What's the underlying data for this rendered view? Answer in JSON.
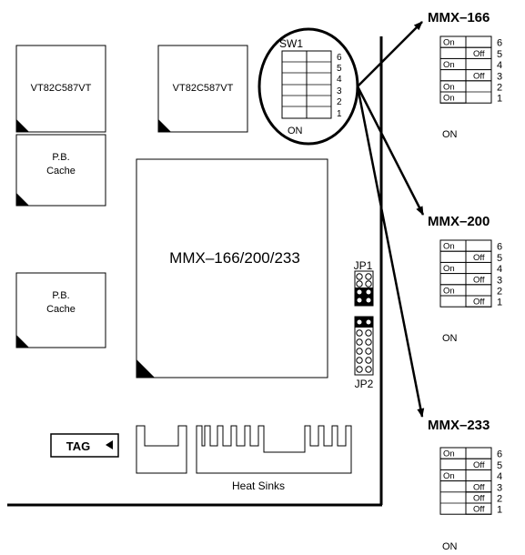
{
  "chips": {
    "north_bridge_1": "VT82C587VT",
    "north_bridge_2": "VT82C587VT",
    "cache_1_line1": "P.B.",
    "cache_1_line2": "Cache",
    "cache_2_line1": "P.B.",
    "cache_2_line2": "Cache",
    "cpu": "MMX–166/200/233"
  },
  "switch": {
    "title": "SW1",
    "on_label": "ON",
    "numbers": [
      "6",
      "5",
      "4",
      "3",
      "2",
      "1"
    ]
  },
  "jumpers": {
    "jp1": "JP1",
    "jp2": "JP2"
  },
  "tag": "TAG",
  "heat_sinks": "Heat Sinks",
  "settings": [
    {
      "title": "MMX–166",
      "rows": [
        {
          "num": "6",
          "state": "On"
        },
        {
          "num": "5",
          "state": "Off"
        },
        {
          "num": "4",
          "state": "On"
        },
        {
          "num": "3",
          "state": "Off"
        },
        {
          "num": "2",
          "state": "On"
        },
        {
          "num": "1",
          "state": "On"
        }
      ],
      "on_label": "ON"
    },
    {
      "title": "MMX–200",
      "rows": [
        {
          "num": "6",
          "state": "On"
        },
        {
          "num": "5",
          "state": "Off"
        },
        {
          "num": "4",
          "state": "On"
        },
        {
          "num": "3",
          "state": "Off"
        },
        {
          "num": "2",
          "state": "On"
        },
        {
          "num": "1",
          "state": "Off"
        }
      ],
      "on_label": "ON"
    },
    {
      "title": "MMX–233",
      "rows": [
        {
          "num": "6",
          "state": "On"
        },
        {
          "num": "5",
          "state": "Off"
        },
        {
          "num": "4",
          "state": "On"
        },
        {
          "num": "3",
          "state": "Off"
        },
        {
          "num": "2",
          "state": "Off"
        },
        {
          "num": "1",
          "state": "Off"
        }
      ],
      "on_label": "ON"
    }
  ]
}
